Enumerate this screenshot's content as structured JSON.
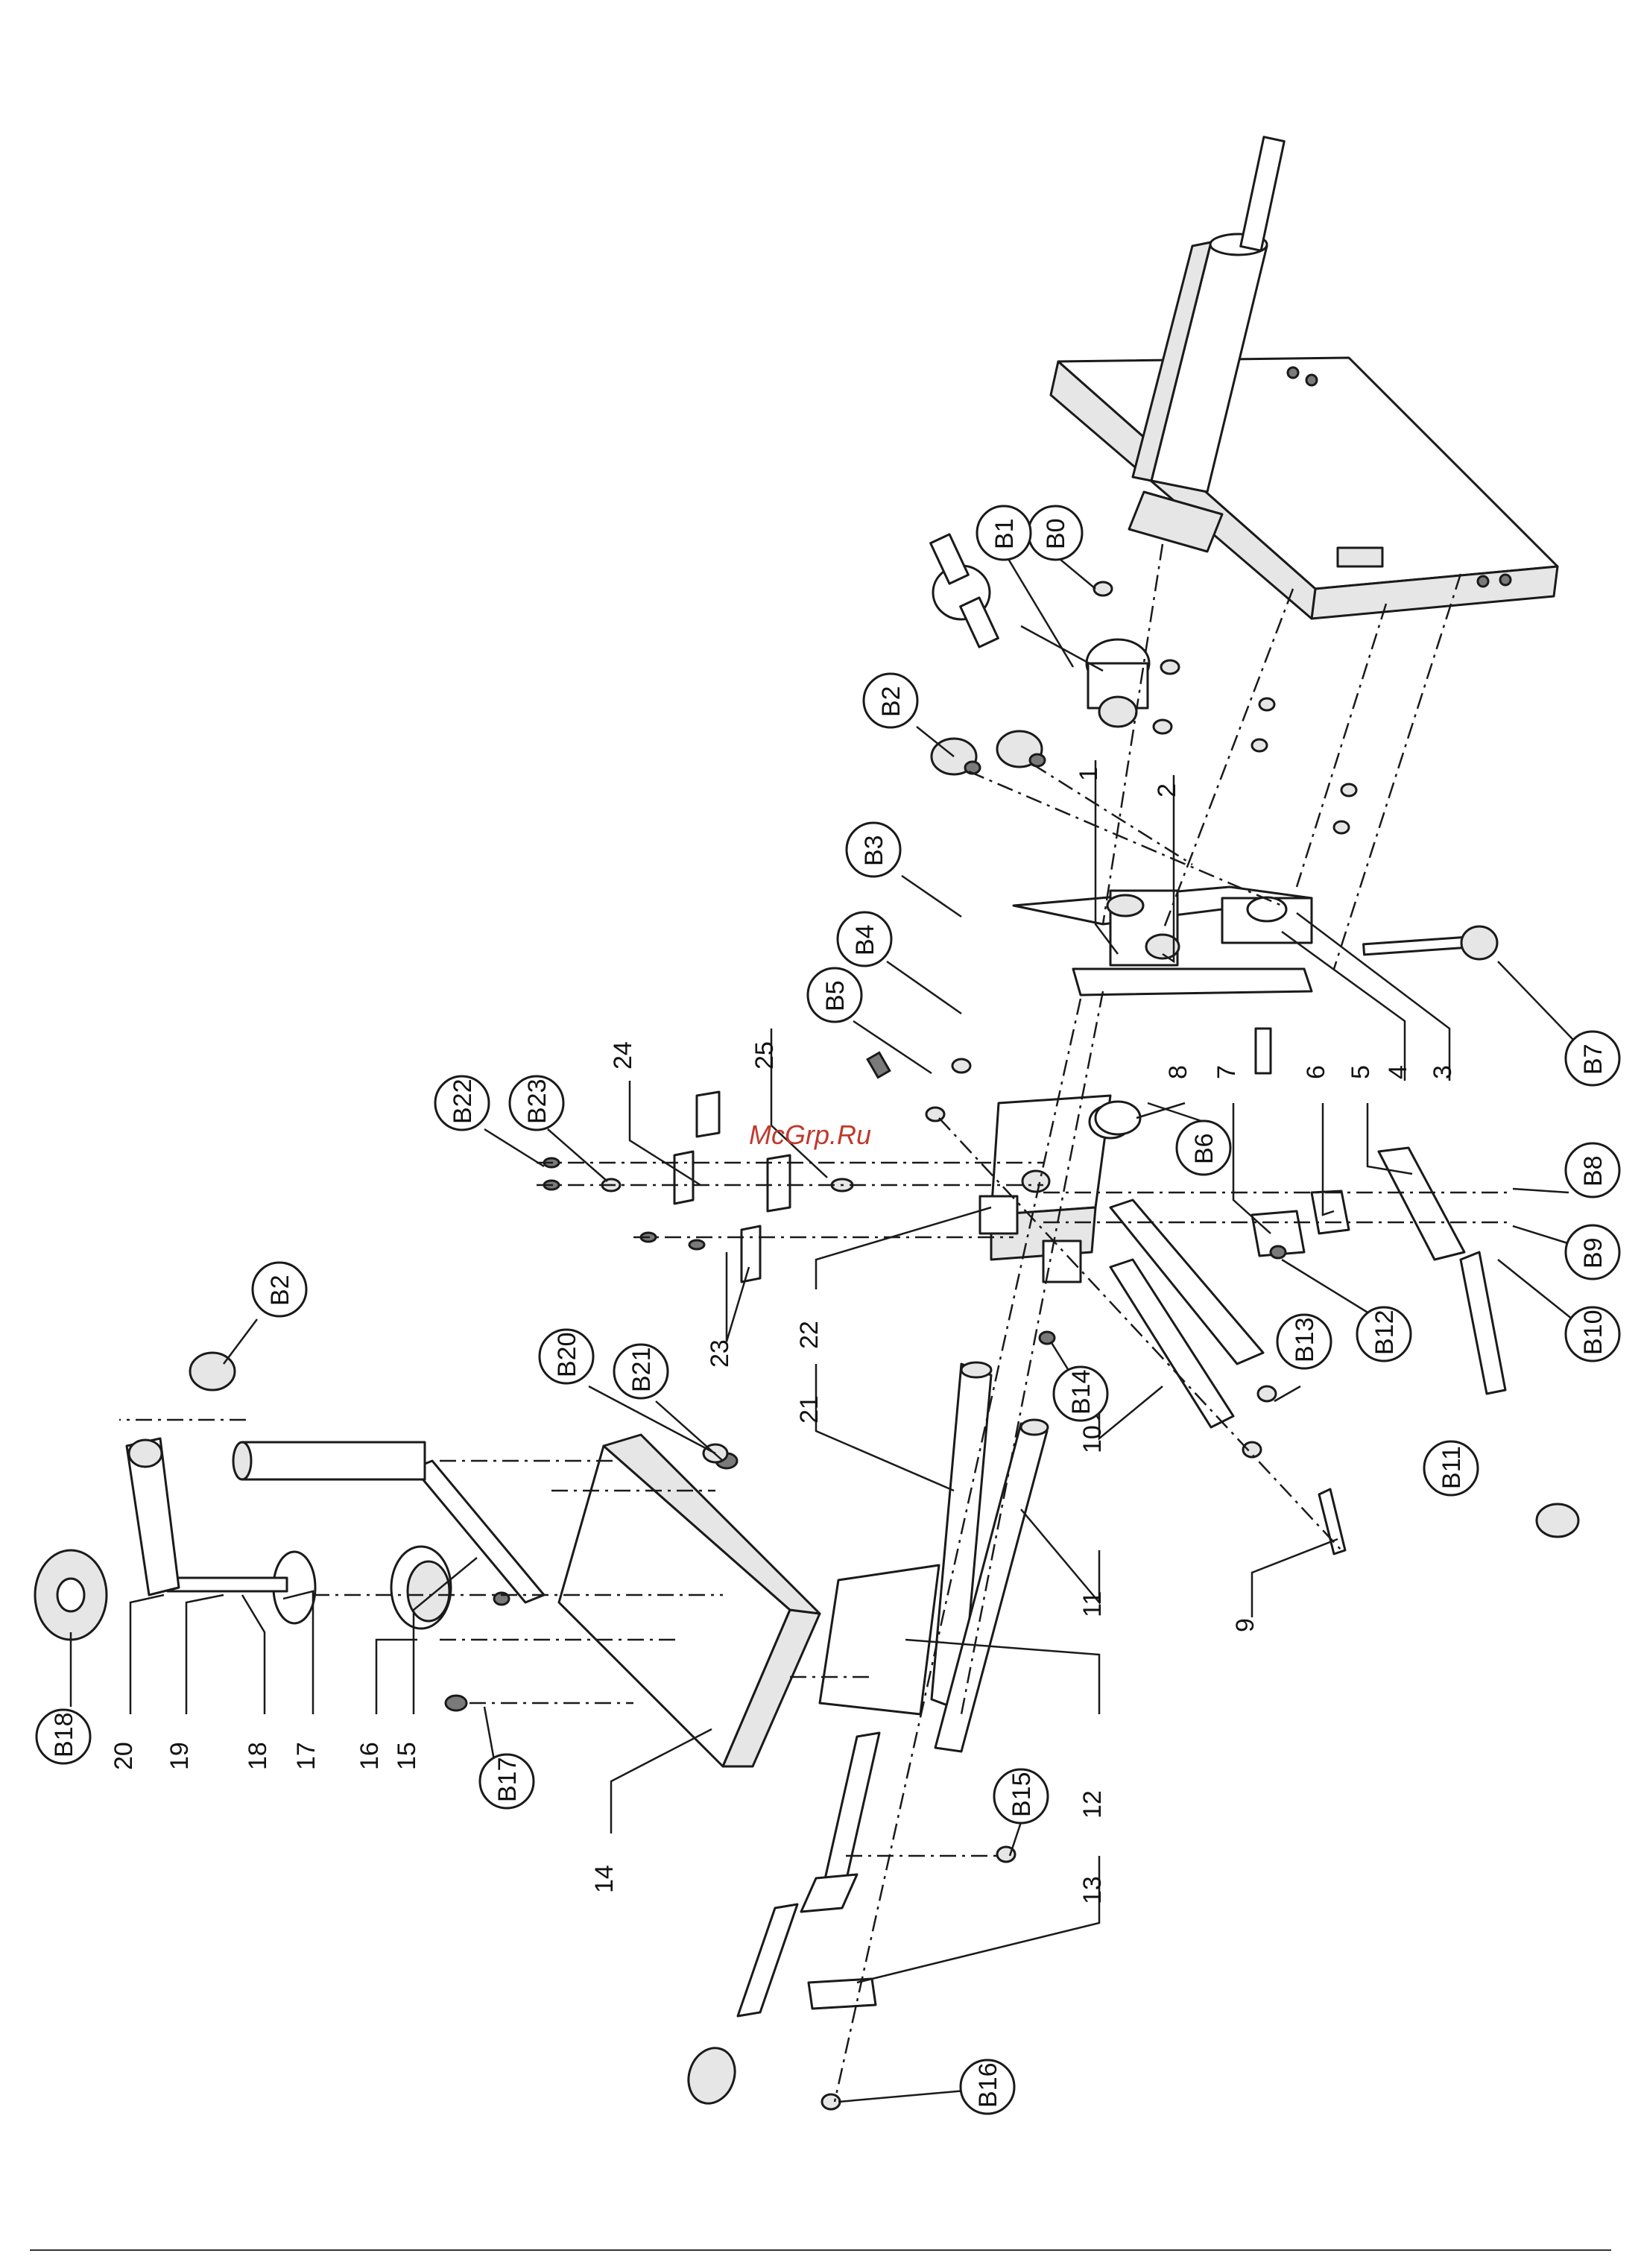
{
  "watermark": {
    "text": "McGrp.Ru"
  },
  "balloon_callouts": [
    {
      "id": "b0",
      "label": "B0"
    },
    {
      "id": "b1",
      "label": "B1"
    },
    {
      "id": "b2a",
      "label": "B2"
    },
    {
      "id": "b3",
      "label": "B3"
    },
    {
      "id": "b4",
      "label": "B4"
    },
    {
      "id": "b5",
      "label": "B5"
    },
    {
      "id": "b6",
      "label": "B6"
    },
    {
      "id": "b7",
      "label": "B7"
    },
    {
      "id": "b8",
      "label": "B8"
    },
    {
      "id": "b9",
      "label": "B9"
    },
    {
      "id": "b10",
      "label": "B10"
    },
    {
      "id": "b11",
      "label": "B11"
    },
    {
      "id": "b12",
      "label": "B12"
    },
    {
      "id": "b13",
      "label": "B13"
    },
    {
      "id": "b14",
      "label": "B14"
    },
    {
      "id": "b15",
      "label": "B15"
    },
    {
      "id": "b16",
      "label": "B16"
    },
    {
      "id": "b17",
      "label": "B17"
    },
    {
      "id": "b18",
      "label": "B18"
    },
    {
      "id": "b2b",
      "label": "B2"
    },
    {
      "id": "b20",
      "label": "B20"
    },
    {
      "id": "b21",
      "label": "B21"
    },
    {
      "id": "b22",
      "label": "B22"
    },
    {
      "id": "b23",
      "label": "B23"
    }
  ],
  "part_numbers": [
    {
      "id": "p1",
      "label": "1"
    },
    {
      "id": "p2",
      "label": "2"
    },
    {
      "id": "p3",
      "label": "3"
    },
    {
      "id": "p4",
      "label": "4"
    },
    {
      "id": "p5",
      "label": "5"
    },
    {
      "id": "p6",
      "label": "6"
    },
    {
      "id": "p7",
      "label": "7"
    },
    {
      "id": "p8",
      "label": "8"
    },
    {
      "id": "p9",
      "label": "9"
    },
    {
      "id": "p10",
      "label": "10"
    },
    {
      "id": "p11",
      "label": "11"
    },
    {
      "id": "p12",
      "label": "12"
    },
    {
      "id": "p13",
      "label": "13"
    },
    {
      "id": "p14",
      "label": "14"
    },
    {
      "id": "p15",
      "label": "15"
    },
    {
      "id": "p16",
      "label": "16"
    },
    {
      "id": "p17",
      "label": "17"
    },
    {
      "id": "p18",
      "label": "18"
    },
    {
      "id": "p19",
      "label": "19"
    },
    {
      "id": "p20",
      "label": "20"
    },
    {
      "id": "p21",
      "label": "21"
    },
    {
      "id": "p22",
      "label": "22"
    },
    {
      "id": "p23",
      "label": "23"
    },
    {
      "id": "p24",
      "label": "24"
    },
    {
      "id": "p25",
      "label": "25"
    }
  ]
}
